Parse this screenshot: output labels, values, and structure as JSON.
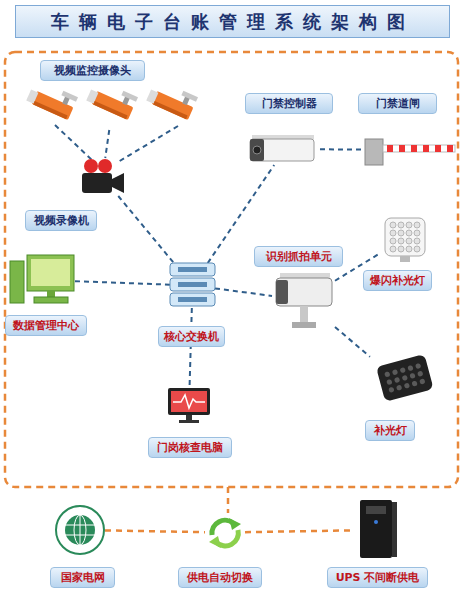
{
  "diagram": {
    "title": "车辆电子台账管理系统架构图",
    "nodes": [
      {
        "text": [
          "视频监控摄像头"
        ]
      },
      {
        "text": [
          "门禁控制器"
        ]
      },
      {
        "text": [
          "门禁道闸"
        ]
      },
      {
        "text": [
          "视频录像机"
        ]
      },
      {
        "text": [
          "识别抓拍单元"
        ]
      },
      {
        "text": [
          "爆闪补光灯"
        ]
      },
      {
        "text": [
          "数据管理中心"
        ]
      },
      {
        "text": [
          "核心交换机"
        ]
      },
      {
        "text": [
          "补光灯"
        ]
      },
      {
        "text": [
          "门岗核查电脑"
        ]
      },
      {
        "text": [
          "国家电网"
        ]
      },
      {
        "text": [
          "供电自动切换"
        ]
      },
      {
        "text": [
          "UPS 不间断供电"
        ]
      }
    ],
    "edges": [
      {
        "from": 0,
        "to": 3,
        "arrow": "none"
      },
      {
        "from": 3,
        "to": 7,
        "arrow": "none"
      },
      {
        "from": 7,
        "to": 1,
        "arrow": "none"
      },
      {
        "from": 1,
        "to": 2,
        "arrow": "none"
      },
      {
        "from": 7,
        "to": 4,
        "arrow": "none"
      },
      {
        "from": 4,
        "to": 5,
        "arrow": "none"
      },
      {
        "from": 4,
        "to": 8,
        "arrow": "none"
      },
      {
        "from": 6,
        "to": 7,
        "arrow": "none"
      },
      {
        "from": 7,
        "to": 9,
        "arrow": "none"
      },
      {
        "from": 10,
        "to": 11,
        "arrow": "none"
      },
      {
        "from": 11,
        "to": 12,
        "arrow": "none"
      }
    ]
  }
}
